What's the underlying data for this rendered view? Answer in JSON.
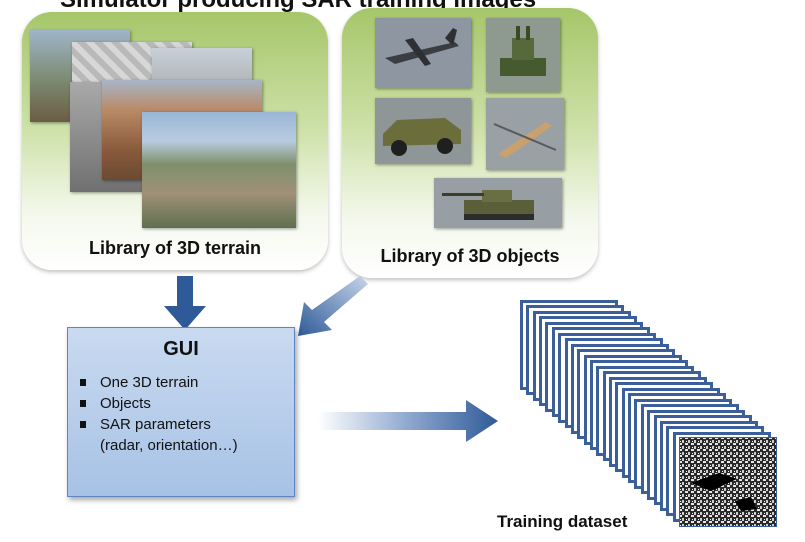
{
  "top_title_cutoff": "Simulator producing SAR training images",
  "terrain_library": {
    "label": "Library of 3D terrain"
  },
  "objects_library": {
    "label": "Library of 3D objects"
  },
  "gui": {
    "title": "GUI",
    "items": [
      "One 3D terrain",
      "Objects",
      "SAR parameters",
      "(radar, orientation…)"
    ]
  },
  "dataset": {
    "label": "Training dataset"
  },
  "colors": {
    "panel_green_top": "#a6c66a",
    "arrow_blue": "#2f5a98",
    "gui_fill": "#b5cbea",
    "slide_border": "#3a5f9a"
  }
}
